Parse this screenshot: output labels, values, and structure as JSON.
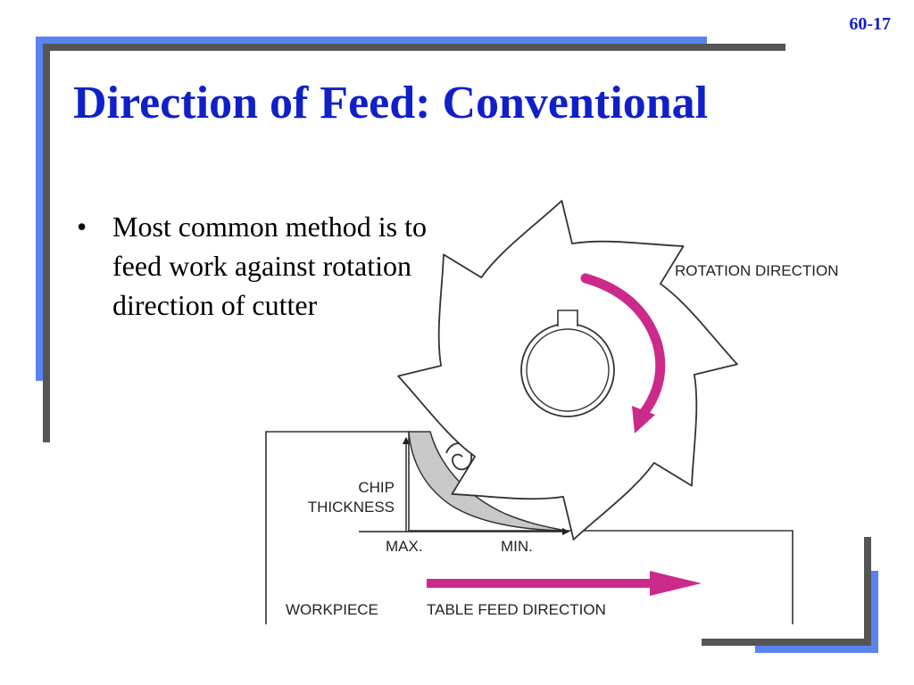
{
  "slide": {
    "number": "60-17",
    "title": "Direction of Feed: Conventional",
    "bullets": [
      {
        "text": "Most common method is to feed work against rotation direction of cutter"
      }
    ]
  },
  "diagram": {
    "labels": {
      "rotation": "ROTATION DIRECTION",
      "chip": "CHIP",
      "thickness": "THICKNESS",
      "max": "MAX.",
      "min": "MIN.",
      "workpiece": "WORKPIECE",
      "table_feed": "TABLE FEED DIRECTION"
    },
    "colors": {
      "arrow": "#cc2a8a",
      "frame_blue": "#5a83f0",
      "frame_gray": "#555555",
      "title": "#1020c8",
      "chip_fill": "#c8c8c8"
    }
  }
}
